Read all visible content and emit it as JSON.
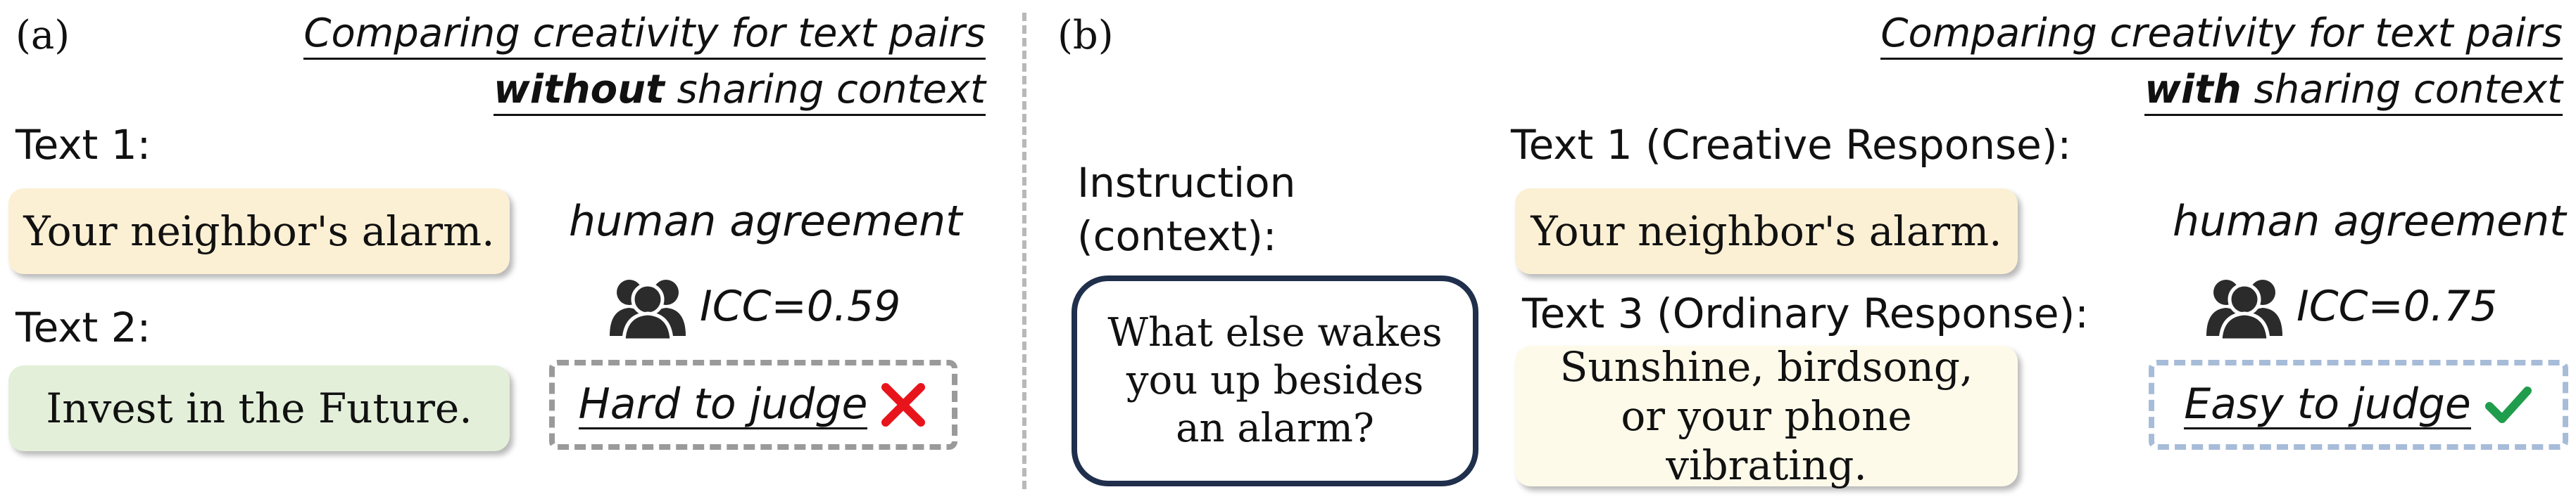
{
  "panel_a": {
    "letter": "(a)",
    "heading_line1": "Comparing creativity for text pairs",
    "heading_bold": "without",
    "heading_rest": " sharing context",
    "text1_label": "Text 1:",
    "text1": "Your neighbor's alarm.",
    "text2_label": "Text 2:",
    "text2": "Invest in the Future.",
    "agreement_label": "human agreement",
    "icc": "ICC=0.59",
    "judge": "Hard to judge"
  },
  "panel_b": {
    "letter": "(b)",
    "heading_line1": "Comparing creativity for text pairs",
    "heading_bold": "with",
    "heading_rest": " sharing context",
    "instruction_label_1": "Instruction",
    "instruction_label_2": "(context):",
    "instruction": "What else wakes you up besides an alarm?",
    "text1_label": "Text 1 (Creative Response):",
    "text1": "Your neighbor's alarm.",
    "text3_label": "Text 3 (Ordinary Response):",
    "text3": "Sunshine, birdsong, or your phone vibrating.",
    "agreement_label": "human agreement",
    "icc": "ICC=0.75",
    "judge": "Easy to judge"
  },
  "icons": {
    "people": "people-group-icon",
    "cross": "red-cross-icon",
    "check": "green-check-icon"
  },
  "colors": {
    "cross": "#e8141c",
    "check": "#1f9d4c",
    "hard_border": "#9a9a9a",
    "easy_border": "#a7bcd8",
    "instruction_border": "#1f2f4c"
  }
}
